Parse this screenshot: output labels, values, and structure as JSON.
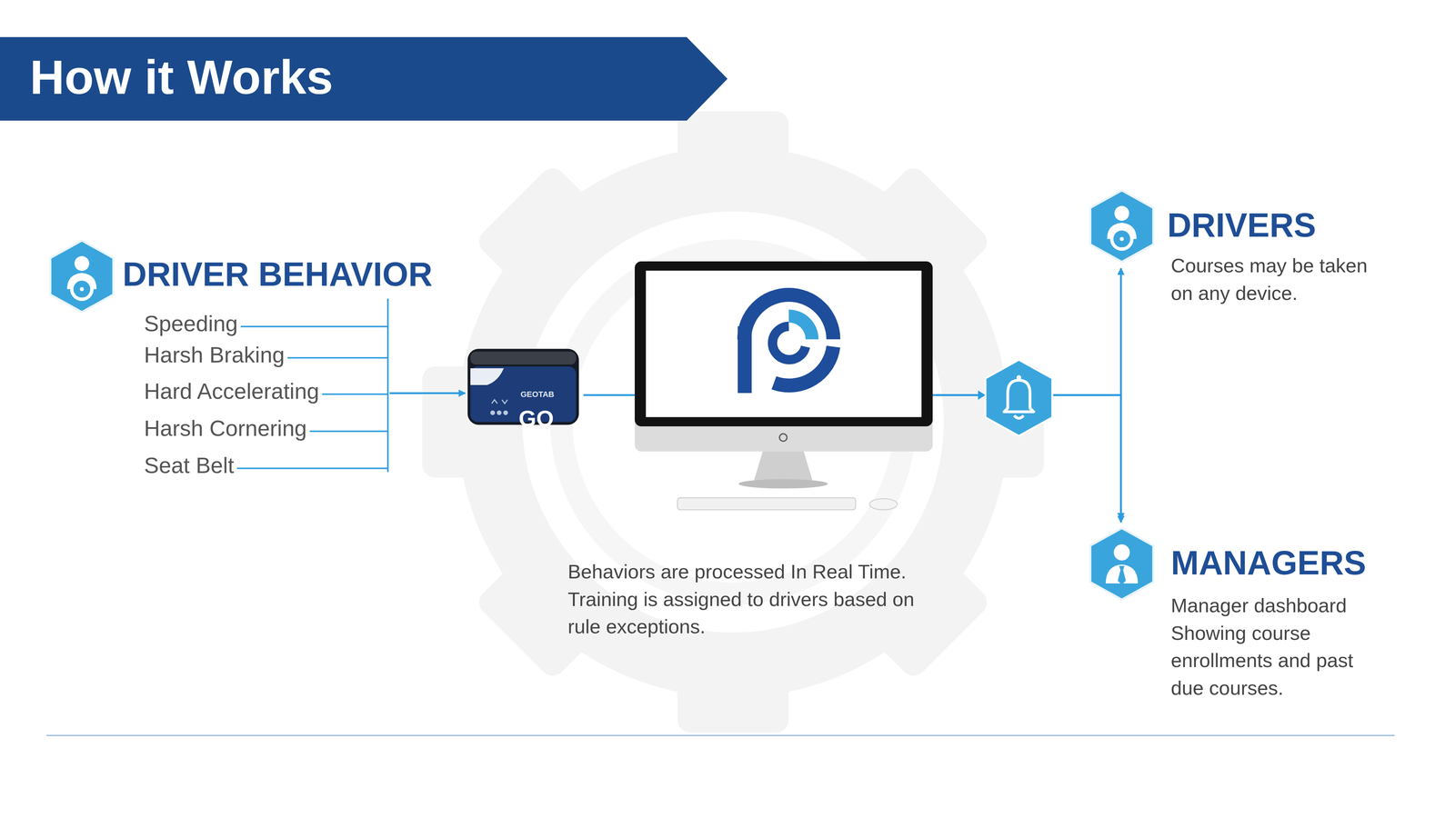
{
  "diagram": {
    "title": "How it Works",
    "nodes": [
      {
        "text": [
          "DRIVER BEHAVIOR",
          "Speeding",
          "Harsh Braking",
          "Hard Accelerating",
          "Harsh Cornering",
          "Seat Belt"
        ]
      },
      {
        "text": [
          "GEOTAB",
          "GO"
        ]
      },
      {
        "text": [
          "Behaviors are processed In Real Time. Training is assigned to drivers based on rule exceptions."
        ]
      },
      {
        "text": [
          "DRIVERS",
          "Courses may be taken on any device."
        ]
      },
      {
        "text": [
          "MANAGERS",
          "Manager dashboard Showing course enrollments and past due courses."
        ]
      }
    ],
    "edges": [
      {
        "from": 0,
        "to": 1,
        "arrow": "to"
      },
      {
        "from": 1,
        "to": 2,
        "arrow": "to"
      },
      {
        "from": 2,
        "to": 3,
        "arrow": "to"
      },
      {
        "from": 2,
        "to": 4,
        "arrow": "to"
      }
    ]
  }
}
